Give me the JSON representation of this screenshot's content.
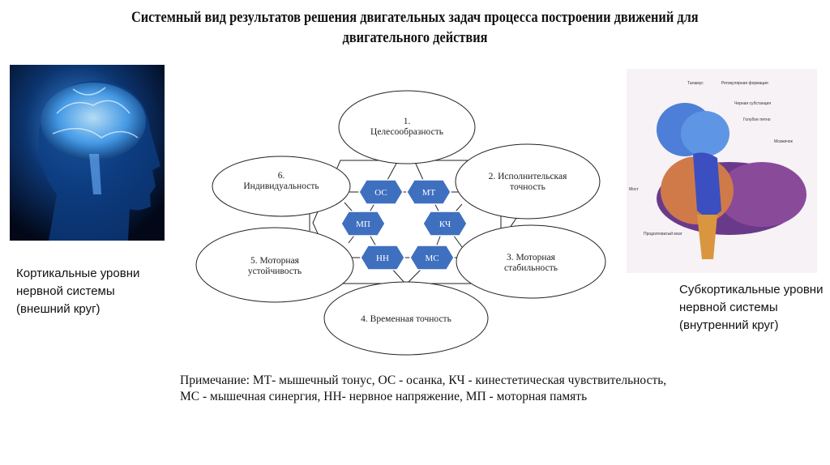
{
  "title": {
    "line1": "Системный вид результатов решения двигательных задач процесса построении движений для",
    "line2": "двигательного действия"
  },
  "left_caption": "Кортикальные уровни нервной системы (внешний круг)",
  "right_caption": "Субкортикальные уровни нервной системы (внутренний круг)",
  "diagram": {
    "outer": [
      {
        "num": "1.",
        "label": "Целесообразность"
      },
      {
        "num": "2. Исполнительская",
        "label": "точность"
      },
      {
        "num": "3. Моторная",
        "label": "стабильность"
      },
      {
        "num": "4. Временная точность",
        "label": ""
      },
      {
        "num": "5. Моторная",
        "label": "устойчивость"
      },
      {
        "num": "6.",
        "label": "Индивидуальность"
      }
    ],
    "inner": [
      "ОС",
      "МТ",
      "МП",
      "КЧ",
      "НН",
      "МС"
    ],
    "hex_color": "#3f6fbf"
  },
  "anatomy_labels": [
    "Таламус",
    "Ретикулярная формация",
    "Черная субстанция",
    "Голубое пятно",
    "Мозжечок",
    "Мост",
    "Продолговатый мозг"
  ],
  "note": "Примечание: МТ- мышечный тонус, ОС - осанка, КЧ - кинестетическая чувствительность, МС - мышечная синергия, НН- нервное напряжение, МП - моторная память"
}
